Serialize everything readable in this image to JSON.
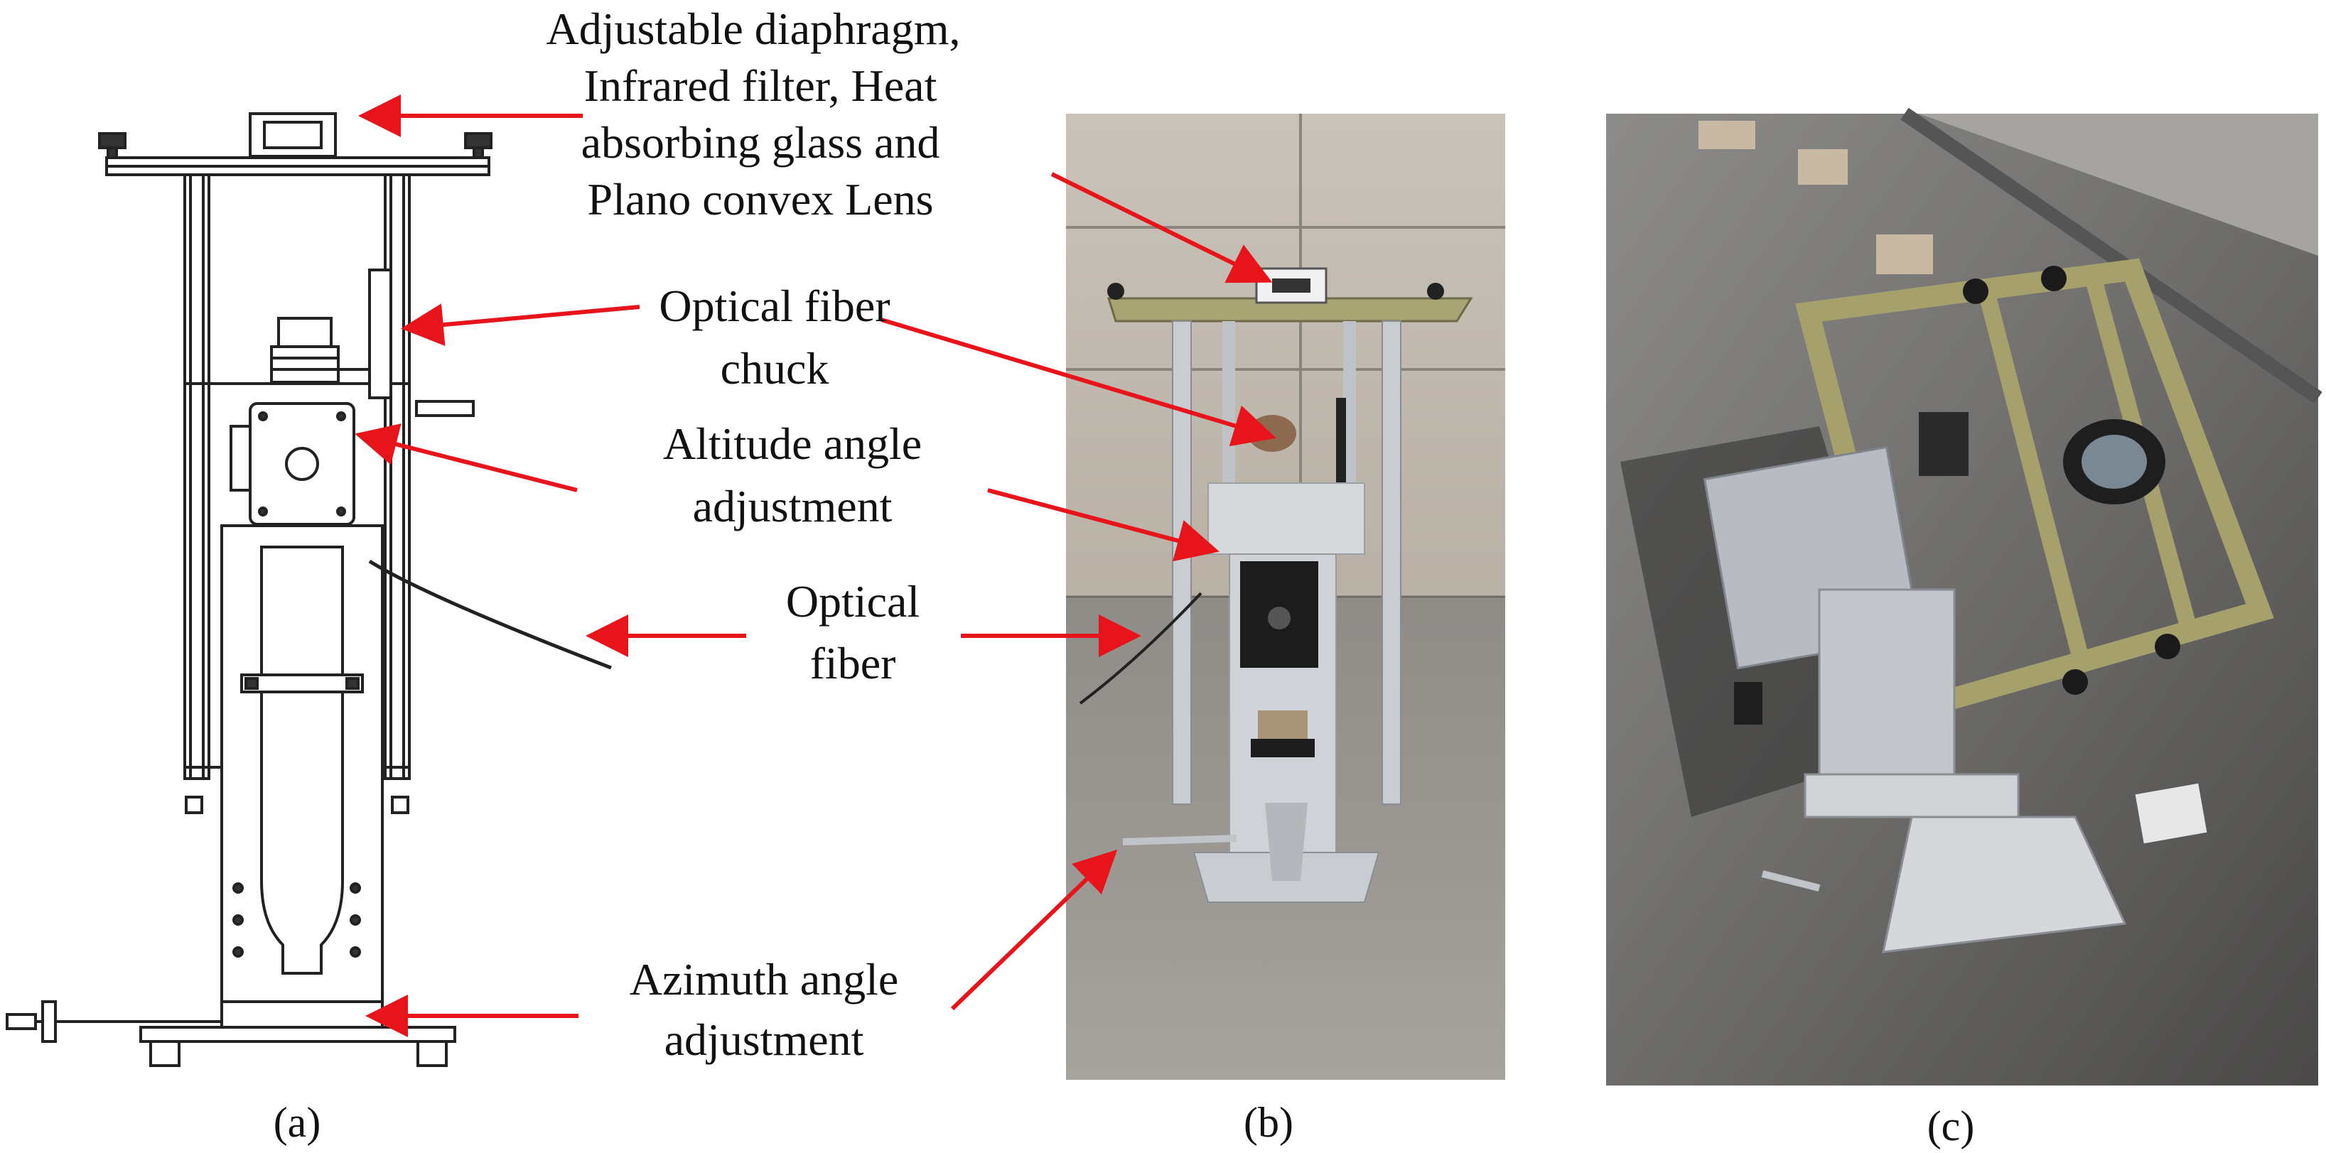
{
  "labels": {
    "diaphragm_l1": "Adjustable diaphragm,",
    "diaphragm_l2": "Infrared filter, Heat",
    "diaphragm_l3": "absorbing glass and",
    "diaphragm_l4": "Plano convex Lens",
    "chuck_l1": "Optical fiber",
    "chuck_l2": "chuck",
    "altitude_l1": "Altitude angle",
    "altitude_l2": "adjustment",
    "fiber_l1": "Optical",
    "fiber_l2": "fiber",
    "azimuth_l1": "Azimuth angle",
    "azimuth_l2": "adjustment"
  },
  "captions": {
    "a": "(a)",
    "b": "(b)",
    "c": "(c)"
  },
  "colors": {
    "arrow": "#e8141b",
    "line": "#222222"
  }
}
